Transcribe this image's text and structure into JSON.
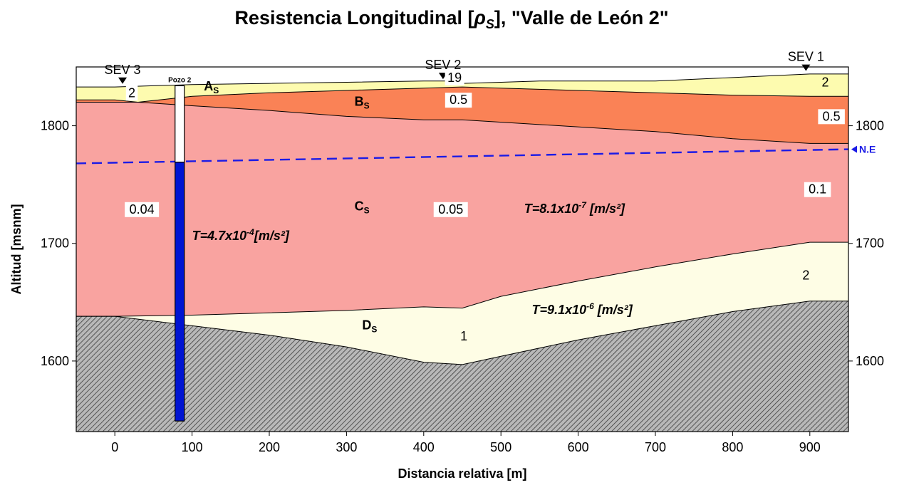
{
  "chart_data": {
    "type": "cross-section",
    "title": "Resistencia Longitudinal [ρS], \"Valle de León 2\"",
    "title_parts": {
      "pre": "Resistencia Longitudinal [",
      "rho": "ρ",
      "sub": "S",
      "post": "], \"Valle de León 2\""
    },
    "xlabel": "Distancia relativa [m]",
    "ylabel": "Altitud [msnm]",
    "xlim": [
      -50,
      950
    ],
    "ylim": [
      1540,
      1850
    ],
    "x_ticks": [
      0,
      100,
      200,
      300,
      400,
      500,
      600,
      700,
      800,
      900
    ],
    "y_ticks": [
      1600,
      1700,
      1800
    ],
    "colors": {
      "layer_A": "#fdfbaf",
      "layer_B": "#fa8256",
      "layer_C": "#f9a3a0",
      "layer_D": "#fefde5",
      "basement": "#9a9a9a",
      "water_table": "#1b1be6",
      "well_fill": "#0014d2",
      "blue_text": "#1a1ad6"
    },
    "boundaries": {
      "top": [
        [
          -50,
          1833
        ],
        [
          0,
          1833
        ],
        [
          50,
          1834
        ],
        [
          100,
          1835
        ],
        [
          200,
          1836
        ],
        [
          300,
          1837
        ],
        [
          400,
          1838
        ],
        [
          430,
          1838
        ],
        [
          450,
          1836
        ],
        [
          500,
          1837
        ],
        [
          550,
          1838
        ],
        [
          700,
          1838
        ],
        [
          800,
          1841
        ],
        [
          900,
          1844
        ],
        [
          950,
          1844
        ]
      ],
      "a_bottom": [
        [
          -50,
          1822
        ],
        [
          0,
          1822
        ],
        [
          30,
          1820
        ],
        [
          100,
          1825
        ],
        [
          200,
          1828
        ],
        [
          300,
          1830
        ],
        [
          400,
          1832
        ],
        [
          450,
          1833
        ],
        [
          550,
          1831
        ],
        [
          700,
          1828
        ],
        [
          800,
          1826
        ],
        [
          900,
          1825
        ],
        [
          950,
          1825
        ]
      ],
      "b_bottom": [
        [
          -50,
          1820
        ],
        [
          0,
          1820
        ],
        [
          30,
          1820
        ],
        [
          100,
          1817
        ],
        [
          200,
          1813
        ],
        [
          300,
          1808
        ],
        [
          400,
          1805
        ],
        [
          450,
          1805
        ],
        [
          550,
          1801
        ],
        [
          700,
          1795
        ],
        [
          800,
          1789
        ],
        [
          900,
          1785
        ],
        [
          950,
          1785
        ]
      ],
      "c_bottom": [
        [
          -50,
          1638
        ],
        [
          0,
          1638
        ],
        [
          100,
          1639
        ],
        [
          200,
          1641
        ],
        [
          300,
          1643
        ],
        [
          400,
          1646
        ],
        [
          450,
          1645
        ],
        [
          500,
          1655
        ],
        [
          600,
          1668
        ],
        [
          700,
          1680
        ],
        [
          800,
          1691
        ],
        [
          900,
          1701
        ],
        [
          950,
          1701
        ]
      ],
      "d_bottom": [
        [
          -50,
          1638
        ],
        [
          0,
          1638
        ],
        [
          100,
          1630
        ],
        [
          200,
          1622
        ],
        [
          300,
          1612
        ],
        [
          400,
          1599
        ],
        [
          450,
          1597
        ],
        [
          500,
          1604
        ],
        [
          600,
          1618
        ],
        [
          700,
          1630
        ],
        [
          800,
          1642
        ],
        [
          900,
          1651
        ],
        [
          950,
          1651
        ]
      ]
    },
    "water_table": {
      "label": "N.E",
      "points": [
        [
          -50,
          1768
        ],
        [
          950,
          1780
        ]
      ]
    },
    "well": {
      "label": "Pozo 2",
      "x_range": [
        78,
        90
      ],
      "top": 1834,
      "water_level": 1769,
      "bottom": 1549
    },
    "sev": [
      {
        "label": "SEV 3",
        "x": 10,
        "y": 1835
      },
      {
        "label": "SEV 2",
        "x": 425,
        "y": 1839
      },
      {
        "label": "SEV 1",
        "x": 895,
        "y": 1846
      }
    ],
    "layer_names": [
      {
        "letter": "A",
        "sub": "S",
        "x": 125,
        "y": 1830
      },
      {
        "letter": "B",
        "sub": "S",
        "x": 320,
        "y": 1817
      },
      {
        "letter": "C",
        "sub": "S",
        "x": 320,
        "y": 1728
      },
      {
        "letter": "D",
        "sub": "S",
        "x": 330,
        "y": 1627
      }
    ],
    "values": [
      {
        "text": "2",
        "x": 22,
        "y": 1825,
        "boxed": true
      },
      {
        "text": "19",
        "x": 440,
        "y": 1838,
        "boxed": true
      },
      {
        "text": "0.5",
        "x": 445,
        "y": 1819,
        "boxed": true
      },
      {
        "text": "2",
        "x": 920,
        "y": 1834,
        "boxed": false
      },
      {
        "text": "0.5",
        "x": 928,
        "y": 1805,
        "boxed": true
      },
      {
        "text": "0.04",
        "x": 35,
        "y": 1726,
        "boxed": true
      },
      {
        "text": "0.05",
        "x": 435,
        "y": 1726,
        "boxed": true
      },
      {
        "text": "0.1",
        "x": 910,
        "y": 1743,
        "boxed": true
      },
      {
        "text": "2",
        "x": 895,
        "y": 1670,
        "boxed": false
      },
      {
        "text": "1",
        "x": 452,
        "y": 1618,
        "boxed": false,
        "color": "#1a1a8c"
      }
    ],
    "transmissivity": [
      {
        "pre": "T=8.1x10",
        "exp": "-7",
        "post": " [m/s²]",
        "x": 530,
        "y": 1726,
        "color": "#000000"
      },
      {
        "pre": "T=4.7x10",
        "exp": "-4",
        "post": "[m/s²]",
        "x": 100,
        "y": 1703,
        "color": "#1a1ad6"
      },
      {
        "pre": "T=9.1x10",
        "exp": "-6",
        "post": " [m/s²]",
        "x": 540,
        "y": 1640,
        "color": "#000000"
      }
    ]
  }
}
